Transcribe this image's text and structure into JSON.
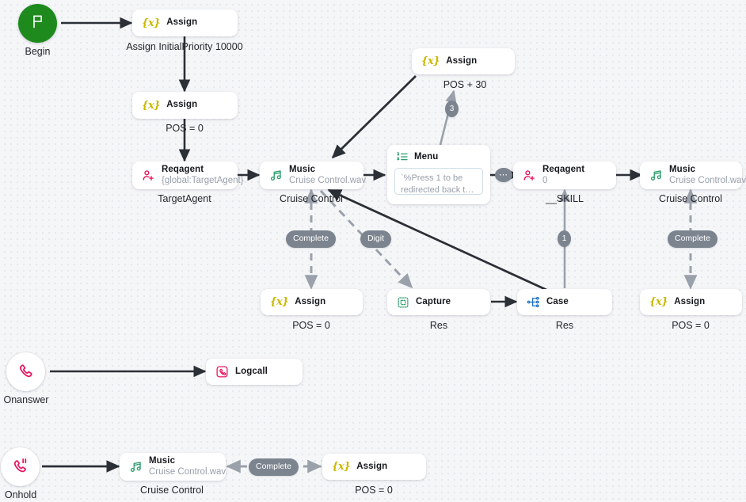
{
  "canvas": {
    "background_color": "#f5f6f8",
    "dot_color": "#e2e5ea"
  },
  "palette": {
    "begin_green": "#1e8a1e",
    "pink": "#e8145f",
    "music_green": "#2f9e6e",
    "case_blue": "#1f72c4",
    "assign_yellow": "#c9b900",
    "badge_gray": "#7c848f",
    "edge_dark": "#2b2f36",
    "edge_gray": "#9aa1aa"
  },
  "nodes": [
    {
      "id": "begin",
      "type": "start-circle",
      "icon": "flag-icon",
      "caption": "Begin"
    },
    {
      "id": "assign-init",
      "type": "assign",
      "icon": "assign-icon",
      "title": "Assign",
      "caption": "Assign InitialPriority 10000"
    },
    {
      "id": "assign-pos0",
      "type": "assign",
      "icon": "assign-icon",
      "title": "Assign",
      "caption": "POS = 0"
    },
    {
      "id": "reqagent-target",
      "type": "reqagent",
      "icon": "request-agent-icon",
      "title": "Reqagent",
      "subtitle": "{global:TargetAgent}",
      "caption": "TargetAgent"
    },
    {
      "id": "music-cruise",
      "type": "music",
      "icon": "music-note-icon",
      "title": "Music",
      "subtitle": "Cruise Control.wav",
      "caption": "Cruise Control"
    },
    {
      "id": "assign-pos30",
      "type": "assign",
      "icon": "assign-icon",
      "title": "Assign",
      "caption": ""
    },
    {
      "id": "menu",
      "type": "menu",
      "icon": "numbered-list-icon",
      "title": "Menu",
      "prompt": "`%Press 1 to be redirected back t…",
      "caption": ""
    },
    {
      "id": "reqagent-skill",
      "type": "reqagent",
      "icon": "request-agent-icon",
      "title": "Reqagent",
      "subtitle": "0",
      "caption": "__SKILL"
    },
    {
      "id": "music-cruise-2",
      "type": "music",
      "icon": "music-note-icon",
      "title": "Music",
      "subtitle": "Cruise Control.wav",
      "caption": "Cruise Control"
    },
    {
      "id": "assign-pos0-b",
      "type": "assign",
      "icon": "assign-icon",
      "title": "Assign",
      "caption": "POS = 0"
    },
    {
      "id": "capture-res",
      "type": "capture",
      "icon": "capture-icon",
      "title": "Capture",
      "caption": "Res"
    },
    {
      "id": "case-res",
      "type": "case",
      "icon": "case-branch-icon",
      "title": "Case",
      "caption": "Res"
    },
    {
      "id": "assign-pos0-c",
      "type": "assign",
      "icon": "assign-icon",
      "title": "Assign",
      "caption": "POS = 0"
    },
    {
      "id": "onanswer",
      "type": "start-circle",
      "icon": "phone-icon",
      "caption": "Onanswer"
    },
    {
      "id": "logcall",
      "type": "logcall",
      "icon": "logcall-icon",
      "title": "Logcall",
      "caption": ""
    },
    {
      "id": "onhold",
      "type": "start-circle",
      "icon": "phone-hold-icon",
      "caption": "Onhold"
    },
    {
      "id": "music-cruise-3",
      "type": "music",
      "icon": "music-note-icon",
      "title": "Music",
      "subtitle": "Cruise Control.wav",
      "caption": "Cruise Control"
    },
    {
      "id": "assign-pos0-d",
      "type": "assign",
      "icon": "assign-icon",
      "title": "Assign",
      "caption": "POS = 0"
    }
  ],
  "edge_labels": {
    "assign_initial_priority": "Assign InitialPriority 10000",
    "pos_zero": "POS = 0",
    "target_agent": "TargetAgent",
    "cruise_control": "Cruise Control",
    "pos_plus_30": "POS + 30",
    "skill": "__SKILL",
    "res": "Res"
  },
  "badges": [
    {
      "id": "complete-left",
      "label": "Complete"
    },
    {
      "id": "digit",
      "label": "Digit"
    },
    {
      "id": "branch-3",
      "label": "3"
    },
    {
      "id": "branch-1",
      "label": "1"
    },
    {
      "id": "menu-more",
      "label": "⋯"
    },
    {
      "id": "complete-right",
      "label": "Complete"
    },
    {
      "id": "complete-bottom",
      "label": "Complete"
    }
  ]
}
